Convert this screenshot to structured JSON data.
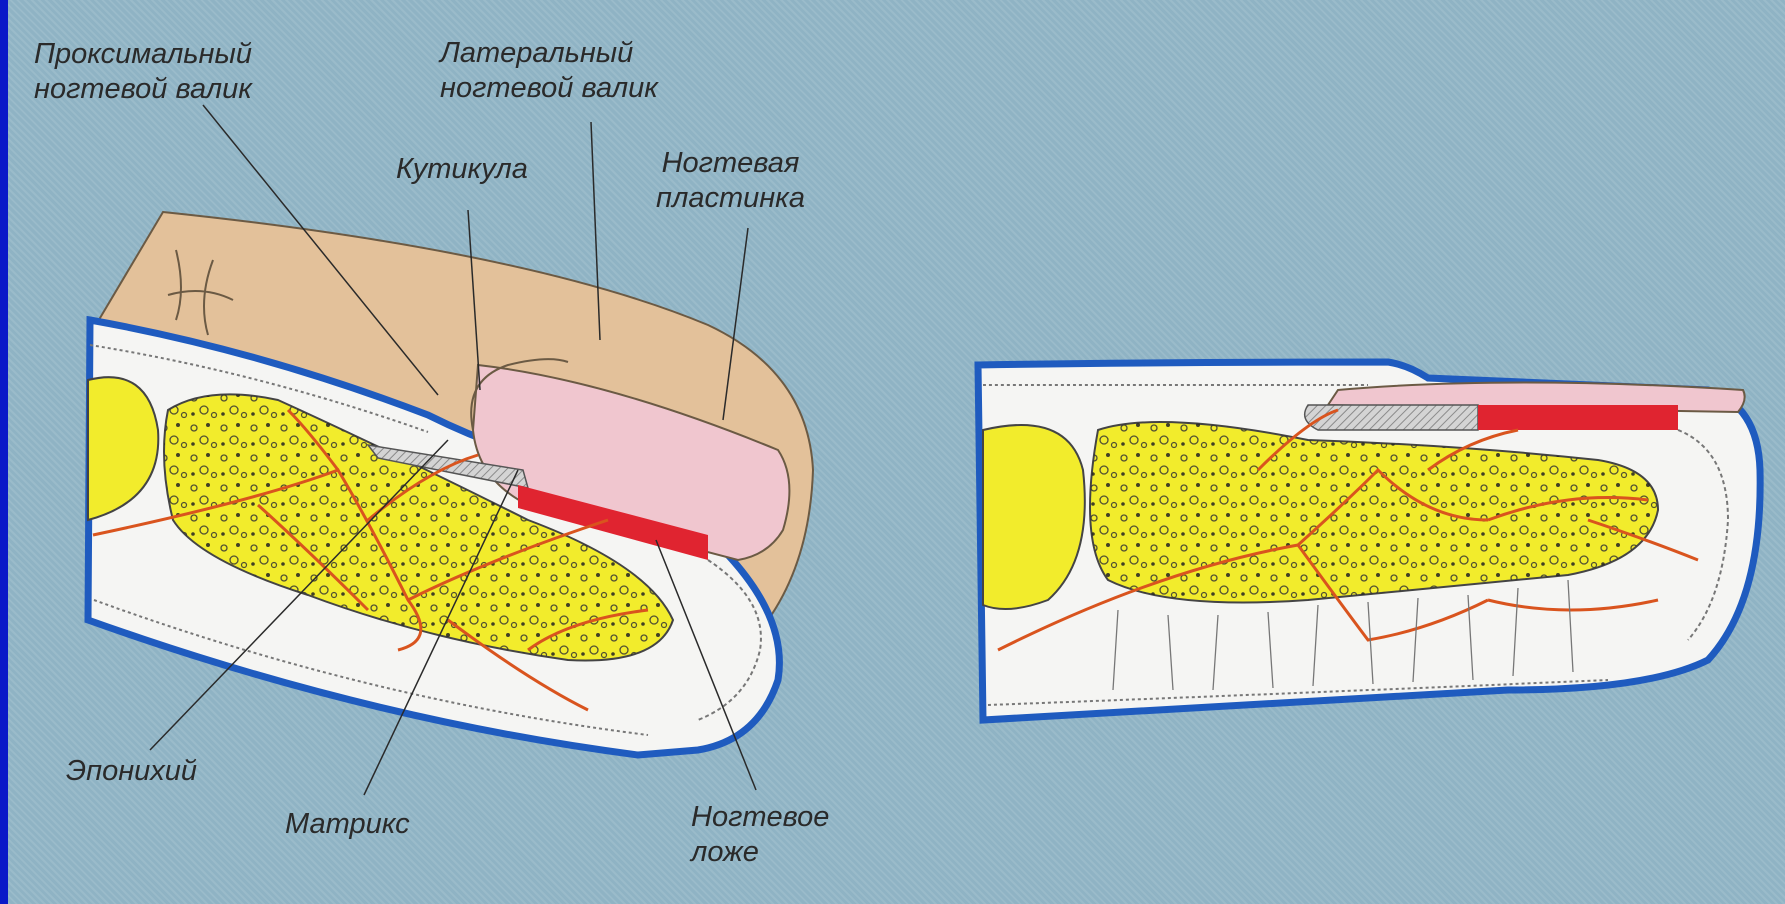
{
  "labels": {
    "proximal_fold": "Проксимальный\nногтевой валик",
    "lateral_fold": "Латеральный\nногтевой валик",
    "cuticle": "Кутикула",
    "nail_plate": "Ногтевая\nпластинка",
    "eponychium": "Эпонихий",
    "matrix": "Матрикс",
    "nail_bed": "Ногтевое\nложе"
  },
  "colors": {
    "frame": "#0a18c8",
    "background": "#8fb3c4",
    "skin": "#e3c19a",
    "epidermis": "#1f5bbf",
    "bone": "#f2ec2c",
    "vessels": "#d9541e",
    "nail_plate": "#f0c6cf",
    "nail_bed": "#e02430"
  }
}
